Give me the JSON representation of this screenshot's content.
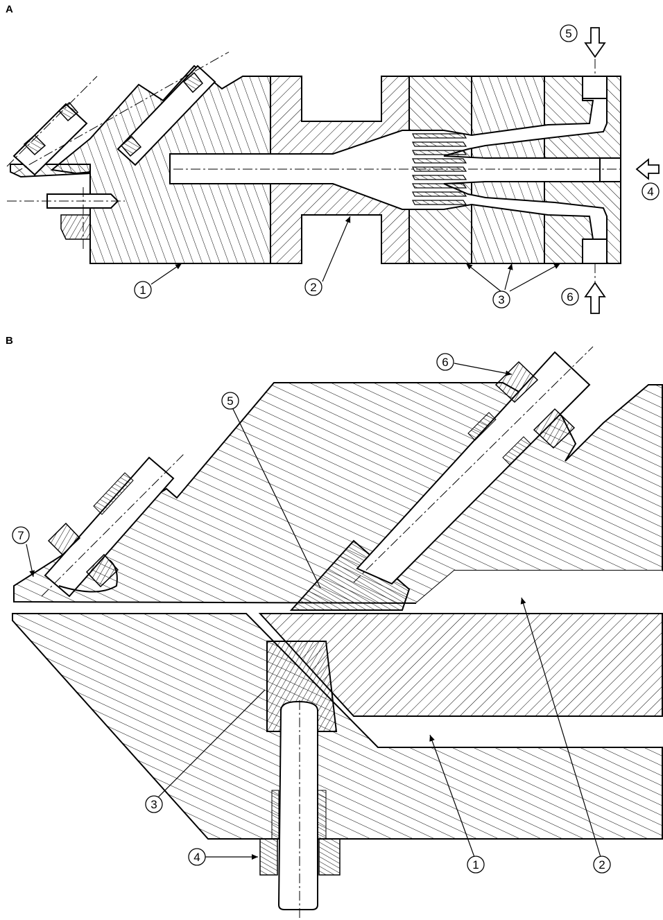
{
  "panels": [
    {
      "id": "A",
      "label": "A",
      "callouts": [
        {
          "id": "a1",
          "number": "1"
        },
        {
          "id": "a2",
          "number": "2"
        },
        {
          "id": "a3",
          "number": "3"
        },
        {
          "id": "a4",
          "number": "4"
        },
        {
          "id": "a5",
          "number": "5"
        },
        {
          "id": "a6",
          "number": "6"
        }
      ],
      "flow_arrows": [
        "down-arrow",
        "left-arrow",
        "up-arrow"
      ]
    },
    {
      "id": "B",
      "label": "B",
      "callouts": [
        {
          "id": "b1",
          "number": "1"
        },
        {
          "id": "b2",
          "number": "2"
        },
        {
          "id": "b3",
          "number": "3"
        },
        {
          "id": "b4",
          "number": "4"
        },
        {
          "id": "b5",
          "number": "5"
        },
        {
          "id": "b6",
          "number": "6"
        },
        {
          "id": "b7",
          "number": "7"
        }
      ]
    }
  ],
  "colors": {
    "line": "#000000",
    "background": "#ffffff"
  }
}
